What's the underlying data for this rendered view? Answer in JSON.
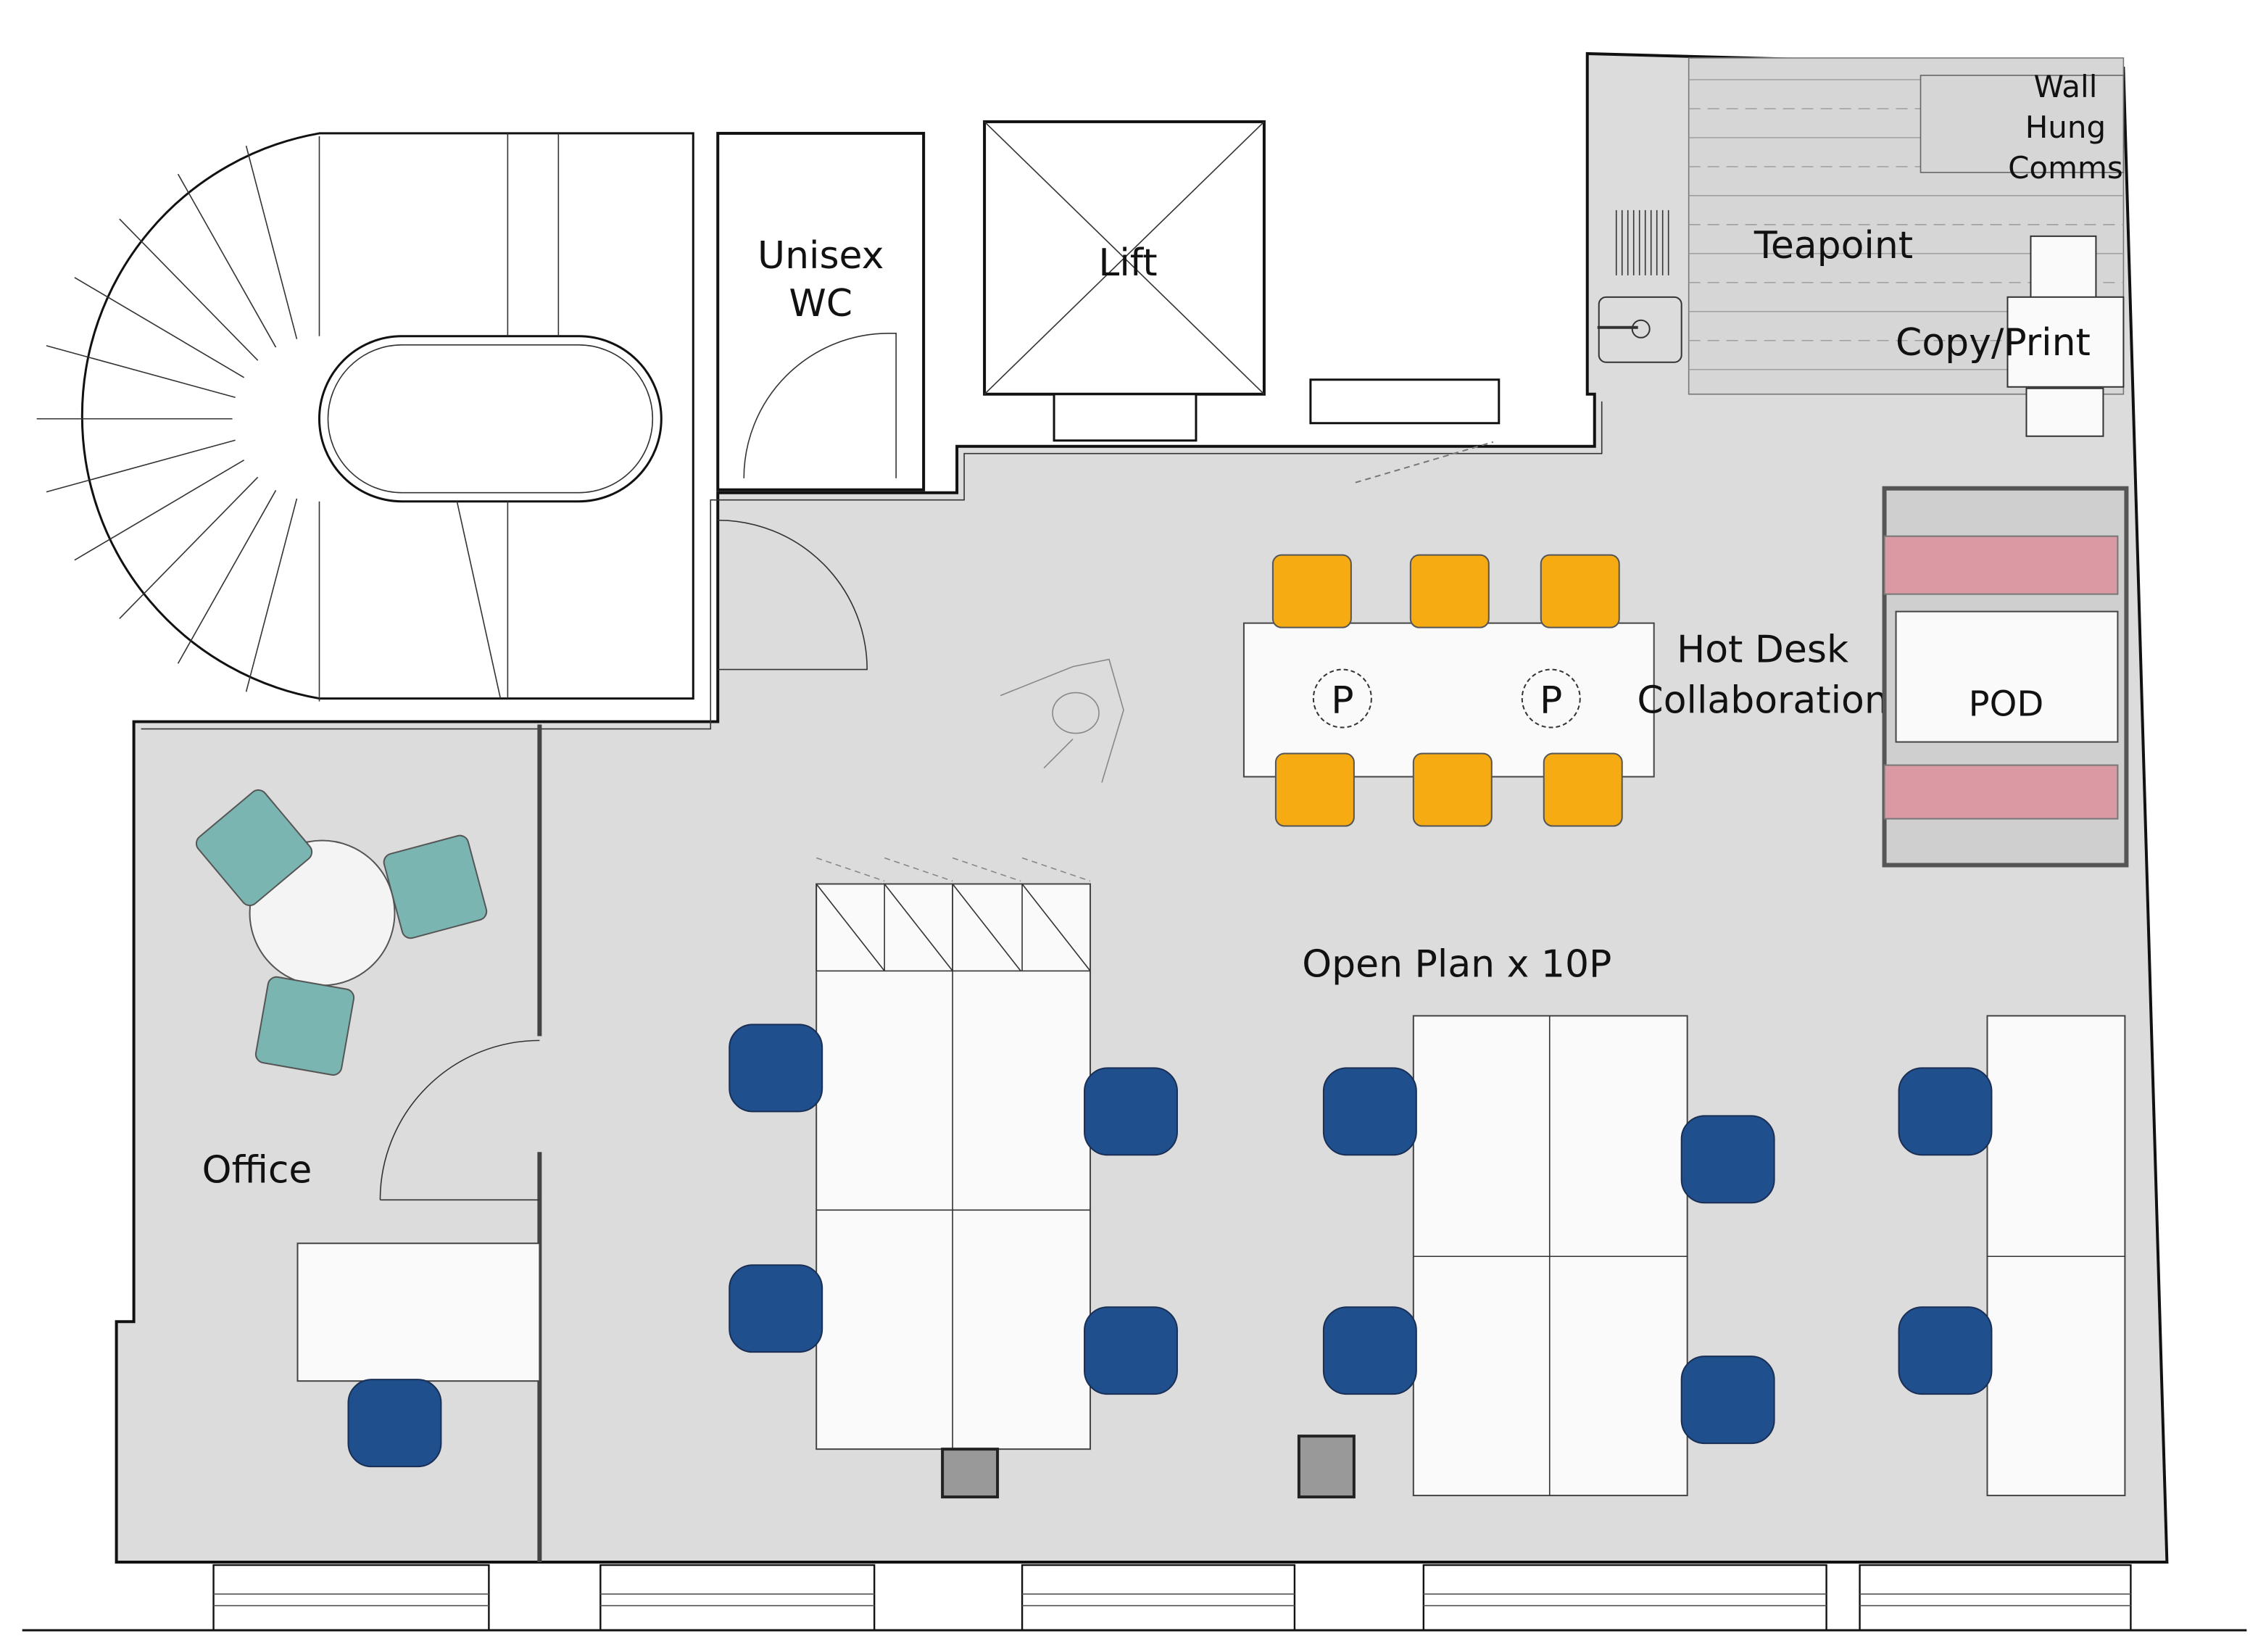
{
  "title": "Office floor plan",
  "colors": {
    "floor": "#dcdcdc",
    "collab_chair": "#f7ab12",
    "task_chair": "#1f4f8c",
    "lounge_chair": "#7bb5b2",
    "pod_bench": "#d99aa3",
    "wall": "#111111"
  },
  "labels": {
    "wc": [
      "Unisex",
      "WC"
    ],
    "lift": "Lift",
    "teapoint": "Teapoint",
    "comms": [
      "Wall",
      "Hung",
      "Comms"
    ],
    "copy_print": "Copy/Print",
    "hot_desk": [
      "Hot Desk",
      "Collaboration"
    ],
    "pod": "POD",
    "open_plan": "Open Plan x 10P",
    "office": "Office",
    "power_symbol": "P"
  },
  "furniture": {
    "collab_chairs": 6,
    "task_chairs": 11,
    "lounge_chairs": 3,
    "icons": [
      "staircase-icon",
      "door-swing-icon",
      "power-outlet-icon",
      "person-icon",
      "sink-icon",
      "printer-icon"
    ]
  }
}
